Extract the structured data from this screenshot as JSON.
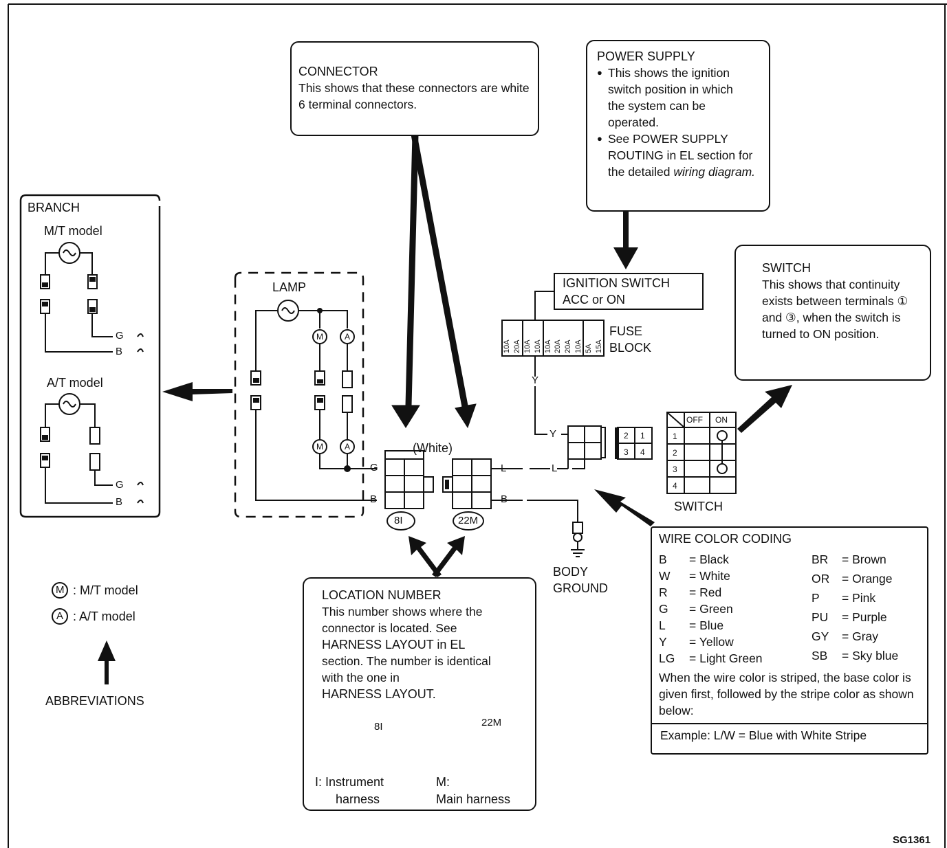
{
  "connector": {
    "title": "CONNECTOR",
    "text": "This shows that these connectors are white 6 terminal connectors."
  },
  "power_supply": {
    "title": "POWER SUPPLY",
    "bullet1": "This shows the ignition switch position in which the system can be operated.",
    "bullet2a": "See POWER SUPPLY ROUTING in EL section for the detailed",
    "bullet2b": "wiring diagram."
  },
  "switch_callout": {
    "title": "SWITCH",
    "text": "This shows that continuity exists between terminals ① and ③, when the switch is turned to ON position."
  },
  "branch": {
    "title": "BRANCH",
    "mt_label": "M/T model",
    "at_label": "A/T model",
    "g": "G",
    "b": "B"
  },
  "lamp": {
    "title": "LAMP"
  },
  "ignition": {
    "line1": "IGNITION SWITCH",
    "line2": "ACC or ON"
  },
  "fuse_block": {
    "label1": "FUSE",
    "label2": "BLOCK",
    "fuses": [
      "10A",
      "20A",
      "10A",
      "10A",
      "10A",
      "20A",
      "20A",
      "10A",
      "5A",
      "15A"
    ]
  },
  "wires": {
    "y": "Y",
    "g": "G",
    "b": "B",
    "l": "L"
  },
  "white_label": "(White)",
  "location_codes": {
    "left": "8I",
    "right": "22M"
  },
  "switch_table": {
    "off": "OFF",
    "on": "ON",
    "rows": [
      "1",
      "2",
      "3",
      "4"
    ],
    "caption": "SWITCH"
  },
  "connector_terminals": [
    "2",
    "1",
    "3",
    "4"
  ],
  "body_ground": {
    "line1": "BODY",
    "line2": "GROUND"
  },
  "wire_color": {
    "title": "WIRE COLOR CODING",
    "left": [
      {
        "code": "B",
        "name": "= Black"
      },
      {
        "code": "W",
        "name": "= White"
      },
      {
        "code": "R",
        "name": "= Red"
      },
      {
        "code": "G",
        "name": "= Green"
      },
      {
        "code": "L",
        "name": "= Blue"
      },
      {
        "code": "Y",
        "name": "= Yellow"
      },
      {
        "code": "LG",
        "name": "= Light Green"
      }
    ],
    "right": [
      {
        "code": "BR",
        "name": "= Brown"
      },
      {
        "code": "OR",
        "name": "= Orange"
      },
      {
        "code": "P",
        "name": "= Pink"
      },
      {
        "code": "PU",
        "name": "= Purple"
      },
      {
        "code": "GY",
        "name": "= Gray"
      },
      {
        "code": "SB",
        "name": "= Sky blue"
      }
    ],
    "note": "When the wire color is striped, the base color is given first, followed by the stripe color as shown below:",
    "example": "Example:  L/W = Blue with White Stripe"
  },
  "location_number": {
    "title": "LOCATION NUMBER",
    "text1": "This number shows where the connector is located.  See",
    "text2": "HARNESS LAYOUT in EL",
    "text3": "section.  The number is identical with the one in",
    "text4": "HARNESS LAYOUT.",
    "i_label": "I:  Instrument",
    "i_label2": "harness",
    "m_label": "M:",
    "m_label2": "Main harness"
  },
  "abbreviations": {
    "m_symbol": "M",
    "a_symbol": "A",
    "m_text": ":  M/T model",
    "a_text": ":  A/T model",
    "title": "ABBREVIATIONS"
  },
  "figure_code": "SG1361"
}
